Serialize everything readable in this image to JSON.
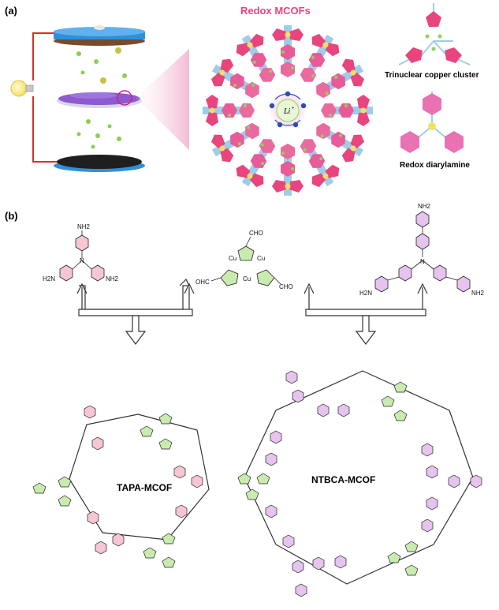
{
  "panel_a": {
    "label": "(a)",
    "title": "Redox MCOFs",
    "center_ion": "Li",
    "center_ion_charge": "+",
    "legend_1": "Trinuclear copper cluster",
    "legend_2": "Redox diarylamine"
  },
  "panel_b": {
    "label": "(b)",
    "tapa_nh2": [
      "NH2",
      "H2N",
      "NH2"
    ],
    "tapa_n": "N",
    "cu_cho": [
      "CHO",
      "OHC",
      "CHO"
    ],
    "cu_atoms": [
      "Cu",
      "Cu",
      "Cu"
    ],
    "ntbca_nh2": [
      "NH2",
      "H2N",
      "NH2"
    ],
    "ntbca_n": "N",
    "cof_1_name": "TAPA-MCOF",
    "cof_2_name": "NTBCA-MCOF"
  },
  "colors": {
    "pink": "#e8457f",
    "green": "#8fd35a",
    "purple": "#a046b8",
    "blue_plate": "#2f8fd9",
    "wire": "#d9302b"
  }
}
